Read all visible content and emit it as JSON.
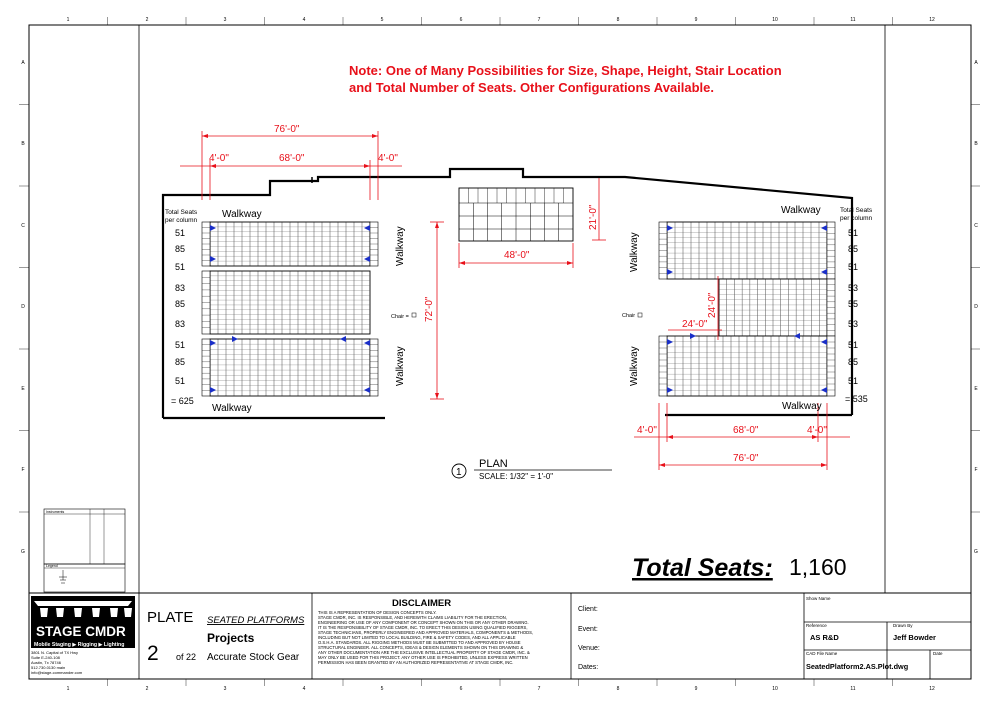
{
  "sheet": {
    "grid_columns": [
      "1",
      "2",
      "3",
      "4",
      "5",
      "6",
      "7",
      "8",
      "9",
      "10",
      "11",
      "12"
    ],
    "grid_rows": [
      "A",
      "B",
      "C",
      "D",
      "E",
      "F",
      "G"
    ]
  },
  "note": {
    "line1": "Note: One of Many Possibilities for Size, Shape, Height, Stair Location",
    "line2": "and Total Number of Seats. Other Configurations Available.",
    "color": "#e8101a"
  },
  "dimensions": {
    "top_overall": "76'-0\"",
    "top_left": "4'-0\"",
    "top_middle": "68'-0\"",
    "top_right": "4'-0\"",
    "stage_width": "48'-0\"",
    "stage_depth": "21'-0\"",
    "center_depth": "72'-0\"",
    "right_notch_depth": "24'-0\"",
    "right_notch_width": "24'-0\"",
    "bottom_left": "4'-0\"",
    "bottom_middle": "68'-0\"",
    "bottom_right": "4'-0\"",
    "bottom_overall": "76'-0\"",
    "dim_color": "#e8101a"
  },
  "left_section": {
    "header": [
      "Total Seats",
      "per column"
    ],
    "counts": [
      "51",
      "85",
      "51",
      "83",
      "85",
      "83",
      "51",
      "85",
      "51"
    ],
    "total": "= 625",
    "walkway_top": "Walkway",
    "walkway_bottom": "Walkway",
    "walkway_upper_side": "Walkway",
    "walkway_lower_side": "Walkway",
    "chair_label": "Chair ="
  },
  "right_section": {
    "header": [
      "Total Seats",
      "per column"
    ],
    "counts": [
      "51",
      "85",
      "51",
      "53",
      "55",
      "53",
      "51",
      "85",
      "51"
    ],
    "total": "= 535",
    "walkway_top": "Walkway",
    "walkway_bottom": "Walkway",
    "walkway_upper_side": "Walkway",
    "walkway_lower_side": "Walkway",
    "chair_label": "Chair"
  },
  "plan_label": {
    "number": "1",
    "title": "PLAN",
    "scale": "SCALE: 1/32\" = 1'-0\""
  },
  "total_seats": {
    "label": "Total Seats:",
    "value": "1,160"
  },
  "side_panel": {
    "instruments": "Instruments",
    "legend": "Legend"
  },
  "title_block": {
    "logo_text": "STAGE CMDR",
    "logo_tagline": "Mobile Staging ▶ Rigging ▶ Lighting",
    "address": [
      "3801 N. Capital of TX Hwy",
      "Suite E-240-108",
      "Austin, Tx 78746",
      "512.730.0130 main",
      "info@stage-commander.com"
    ],
    "plate_label": "PLATE",
    "plate_number": "2",
    "plate_of": "of 22",
    "seated_platforms": "SEATED PLATFORMS",
    "projects": "Projects",
    "accurate_stock_gear": "Accurate Stock Gear",
    "disclaimer_title": "DISCLAIMER",
    "disclaimer_lines": [
      "THIS IS A REPRESENTATION OF DESIGN CONCEPTS ONLY.",
      "STAGE CMDR, INC. IS RESPONSIBLE, AND HEREWITH CLAIMS LIABILITY FOR THE ERECTION,",
      "ENGINEERING OR USE OF ANY COMPONENT OR CONCEPT SHOWN ON THIS OR ANY OTHER DRAWING.",
      "IT IS THE RESPONSIBILITY OF STAGE CMDR, INC. TO ERECT THIS DESIGN USING QUALIFIED RIGGERS,",
      "STAGE TECHNICIANS, PROPERLY ENGINEERED AND APPROVED MATERIALS, COMPONENTS & METHODS,",
      "INCLUDING BUT NOT LIMITED TO LOCAL BUILDING, FIRE & SAFETY CODES, AND ALL APPLICABLE",
      "O.S.H.A. STANDARDS.  ALL RIGGING METHODS MUST BE SUBMITTED TO AND APPROVED BY HOUSE",
      "STRUCTURAL ENGINEER.  ALL CONCEPTS, IDEAS & DESIGN ELEMENTS SHOWN ON THIS DRAWING &",
      "ANY OTHER DOCUMENTATION ARE THE EXCLUSIVE INTELLECTUAL PROPERTY OF STAGE CMDR, INC. &",
      "MAY ONLY BE USED FOR THIS PROJECT.  ANY OTHER USE IS PROHIBITED, UNLESS EXPRESS WRITTEN",
      "PERMISSION HAS BEEN GRANTED BY AN AUTHORIZED REPRESENTATIVE AT STAGE CMDR, INC."
    ],
    "client_label": "Client:",
    "event_label": "Event:",
    "venue_label": "Venue:",
    "dates_label": "Dates:",
    "show_name_label": "Show Name",
    "reference_label": "Reference",
    "reference_value": "AS R&D",
    "drawn_by_label": "Drawn By",
    "drawn_by_value": "Jeff Bowder",
    "cad_file_label": "CAD File Name",
    "cad_file_value": "SeatedPlatform2.AS.Plot.dwg",
    "date_label": "Date"
  }
}
